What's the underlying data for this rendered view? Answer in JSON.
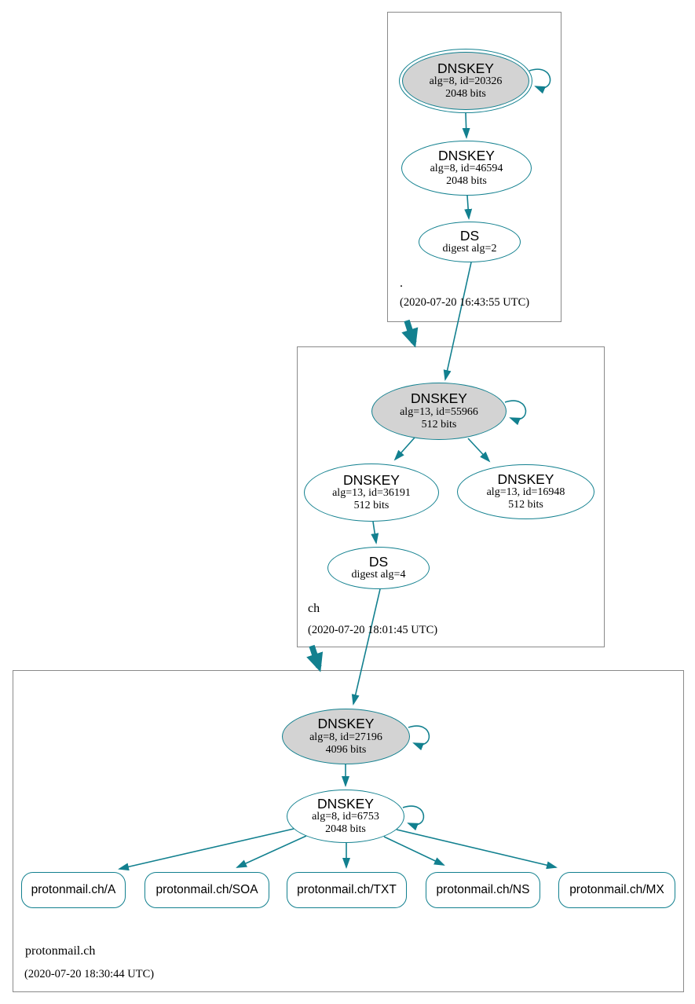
{
  "colors": {
    "edge_secure": "#12808f",
    "ksk_fill": "#d3d3d3",
    "zone_box_border": "#8a8a8a"
  },
  "zones": [
    {
      "label": ".",
      "timestamp": "(2020-07-20 16:43:55 UTC)",
      "nodes": {
        "ksk": {
          "type": "DNSKEY",
          "detail": "alg=8, id=20326",
          "size": "2048 bits"
        },
        "zsk": {
          "type": "DNSKEY",
          "detail": "alg=8, id=46594",
          "size": "2048 bits"
        },
        "ds": {
          "type": "DS",
          "detail": "digest alg=2"
        }
      }
    },
    {
      "label": "ch",
      "timestamp": "(2020-07-20 18:01:45 UTC)",
      "nodes": {
        "ksk": {
          "type": "DNSKEY",
          "detail": "alg=13, id=55966",
          "size": "512 bits"
        },
        "zsk1": {
          "type": "DNSKEY",
          "detail": "alg=13, id=36191",
          "size": "512 bits"
        },
        "zsk2": {
          "type": "DNSKEY",
          "detail": "alg=13, id=16948",
          "size": "512 bits"
        },
        "ds": {
          "type": "DS",
          "detail": "digest alg=4"
        }
      }
    },
    {
      "label": "protonmail.ch",
      "timestamp": "(2020-07-20 18:30:44 UTC)",
      "nodes": {
        "ksk": {
          "type": "DNSKEY",
          "detail": "alg=8, id=27196",
          "size": "4096 bits"
        },
        "zsk": {
          "type": "DNSKEY",
          "detail": "alg=8, id=6753",
          "size": "2048 bits"
        }
      },
      "rrsets": [
        {
          "label": "protonmail.ch/A"
        },
        {
          "label": "protonmail.ch/SOA"
        },
        {
          "label": "protonmail.ch/TXT"
        },
        {
          "label": "protonmail.ch/NS"
        },
        {
          "label": "protonmail.ch/MX"
        }
      ]
    }
  ]
}
